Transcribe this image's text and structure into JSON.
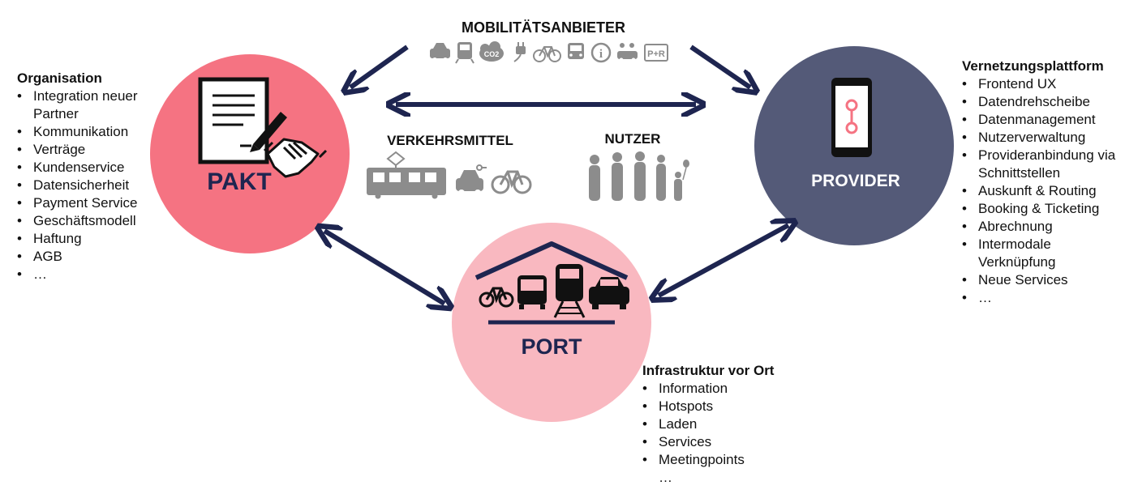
{
  "headings": {
    "mobility_providers": "MOBILITÄTSANBIETER",
    "transport_means": "VERKEHRSMITTEL",
    "users": "NUTZER"
  },
  "circles": {
    "pakt": "PAKT",
    "provider": "PROVIDER",
    "port": "PORT"
  },
  "organisation": {
    "title": "Organisation",
    "items": [
      "Integration neuer Partner",
      "Kommunikation",
      "Verträge",
      "Kundenservice",
      "Datensicherheit",
      "Payment Service",
      "Geschäftsmodell",
      "Haftung",
      "AGB",
      "…"
    ]
  },
  "platform": {
    "title": "Vernetzungsplattform",
    "items": [
      "Frontend UX",
      "Datendrehscheibe",
      "Datenmanagement",
      "Nutzerverwaltung",
      "Provideranbindung via Schnittstellen",
      "Auskunft & Routing",
      "Booking & Ticketing",
      "Abrechnung",
      "Intermodale Verknüpfung",
      "Neue Services",
      "…"
    ]
  },
  "infrastructure": {
    "title": "Infrastruktur vor Ort",
    "items": [
      "Information",
      "Hotspots",
      "Laden",
      "Services",
      "Meetingpoints",
      "…"
    ]
  },
  "icon_labels": {
    "co2": "CO2",
    "info": "i",
    "park_ride": "P+R"
  },
  "colors": {
    "pakt": "#f57382",
    "provider": "#545a78",
    "port": "#f9b8c0",
    "arrow": "#1e2550",
    "icon_gray": "#8c8c8c"
  }
}
